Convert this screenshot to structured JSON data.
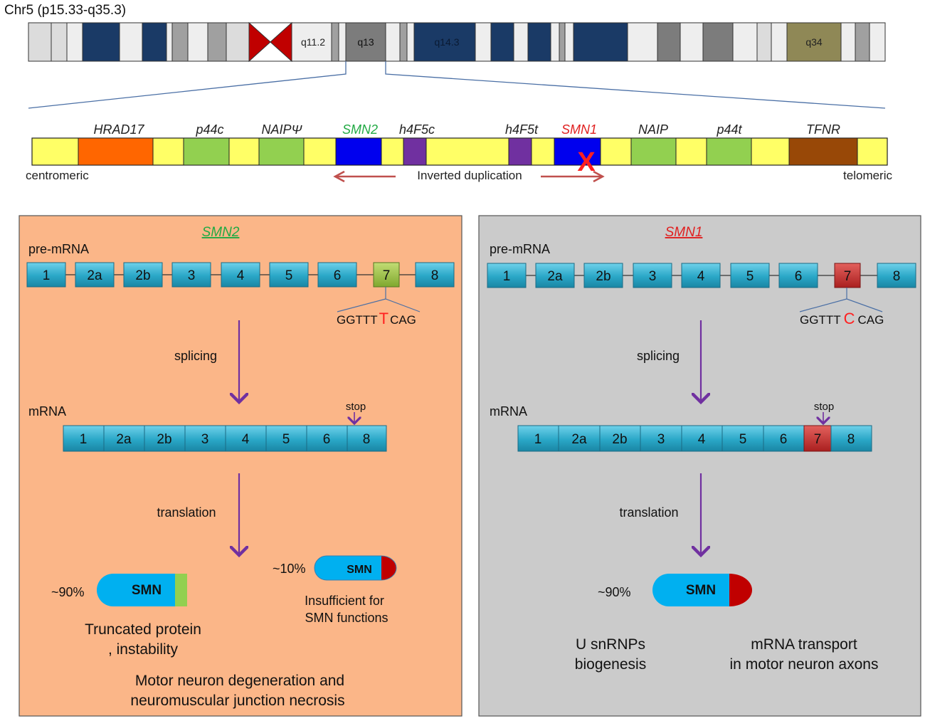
{
  "title": "Chr5 (p15.33-q35.3)",
  "chromosome": {
    "band_labels": [
      "q11.2",
      "q13",
      "q14.3",
      "q34"
    ],
    "colors": {
      "light": "#dcdcdc",
      "white": "#eeeeee",
      "dark": "#1a3a66",
      "gray": "#a0a0a0",
      "dgray": "#7c7c7c",
      "olive": "#8f8856",
      "centromere": "#c00000"
    }
  },
  "genes": {
    "labels": [
      {
        "text": "HRAD17",
        "color": "#222222"
      },
      {
        "text": "p44c",
        "color": "#222222"
      },
      {
        "text": "NAIPΨ",
        "color": "#222222"
      },
      {
        "text": "SMN2",
        "color": "#22aa44"
      },
      {
        "text": "h4F5c",
        "color": "#222222"
      },
      {
        "text": "h4F5t",
        "color": "#222222"
      },
      {
        "text": "SMN1",
        "color": "#e02020"
      },
      {
        "text": "NAIP",
        "color": "#222222"
      },
      {
        "text": "p44t",
        "color": "#222222"
      },
      {
        "text": "TFNR",
        "color": "#222222"
      }
    ],
    "deletion_mark": "X",
    "centromeric": "centromeric",
    "telomeric": "telomeric",
    "inverted_duplication": "Inverted duplication"
  },
  "left_panel": {
    "title": "SMN2",
    "title_color": "#22aa44",
    "bg": "#fbb688",
    "pre_mrna_label": "pre-mRNA",
    "exons": [
      "1",
      "2a",
      "2b",
      "3",
      "4",
      "5",
      "6",
      "7",
      "8"
    ],
    "seq_left": "GGTTT",
    "seq_mut": "T",
    "seq_right": "CAG",
    "splicing": "splicing",
    "mrna_label": "mRNA",
    "mrna_exons": [
      "1",
      "2a",
      "2b",
      "3",
      "4",
      "5",
      "6",
      "8"
    ],
    "stop": "stop",
    "translation": "translation",
    "pct_main": "~90%",
    "pct_minor": "~10%",
    "protein": "SMN",
    "insufficient_1": "Insufficient for",
    "insufficient_2": "SMN functions",
    "truncated_1": "Truncated protein",
    "truncated_2": ", instability",
    "outcome_1": "Motor neuron degeneration and",
    "outcome_2": "neuromuscular junction necrosis"
  },
  "right_panel": {
    "title": "SMN1",
    "title_color": "#e02020",
    "bg": "#cbcbcb",
    "pre_mrna_label": "pre-mRNA",
    "exons": [
      "1",
      "2a",
      "2b",
      "3",
      "4",
      "5",
      "6",
      "7",
      "8"
    ],
    "seq_left": "GGTTT",
    "seq_mut": "C",
    "seq_right": "CAG",
    "splicing": "splicing",
    "mrna_label": "mRNA",
    "mrna_exons": [
      "1",
      "2a",
      "2b",
      "3",
      "4",
      "5",
      "6",
      "7",
      "8"
    ],
    "stop": "stop",
    "translation": "translation",
    "pct_main": "~90%",
    "protein": "SMN",
    "snrnp_1": "U snRNPs",
    "snrnp_2": "biogenesis",
    "transport_1": "mRNA transport",
    "transport_2": "in motor neuron axons"
  }
}
